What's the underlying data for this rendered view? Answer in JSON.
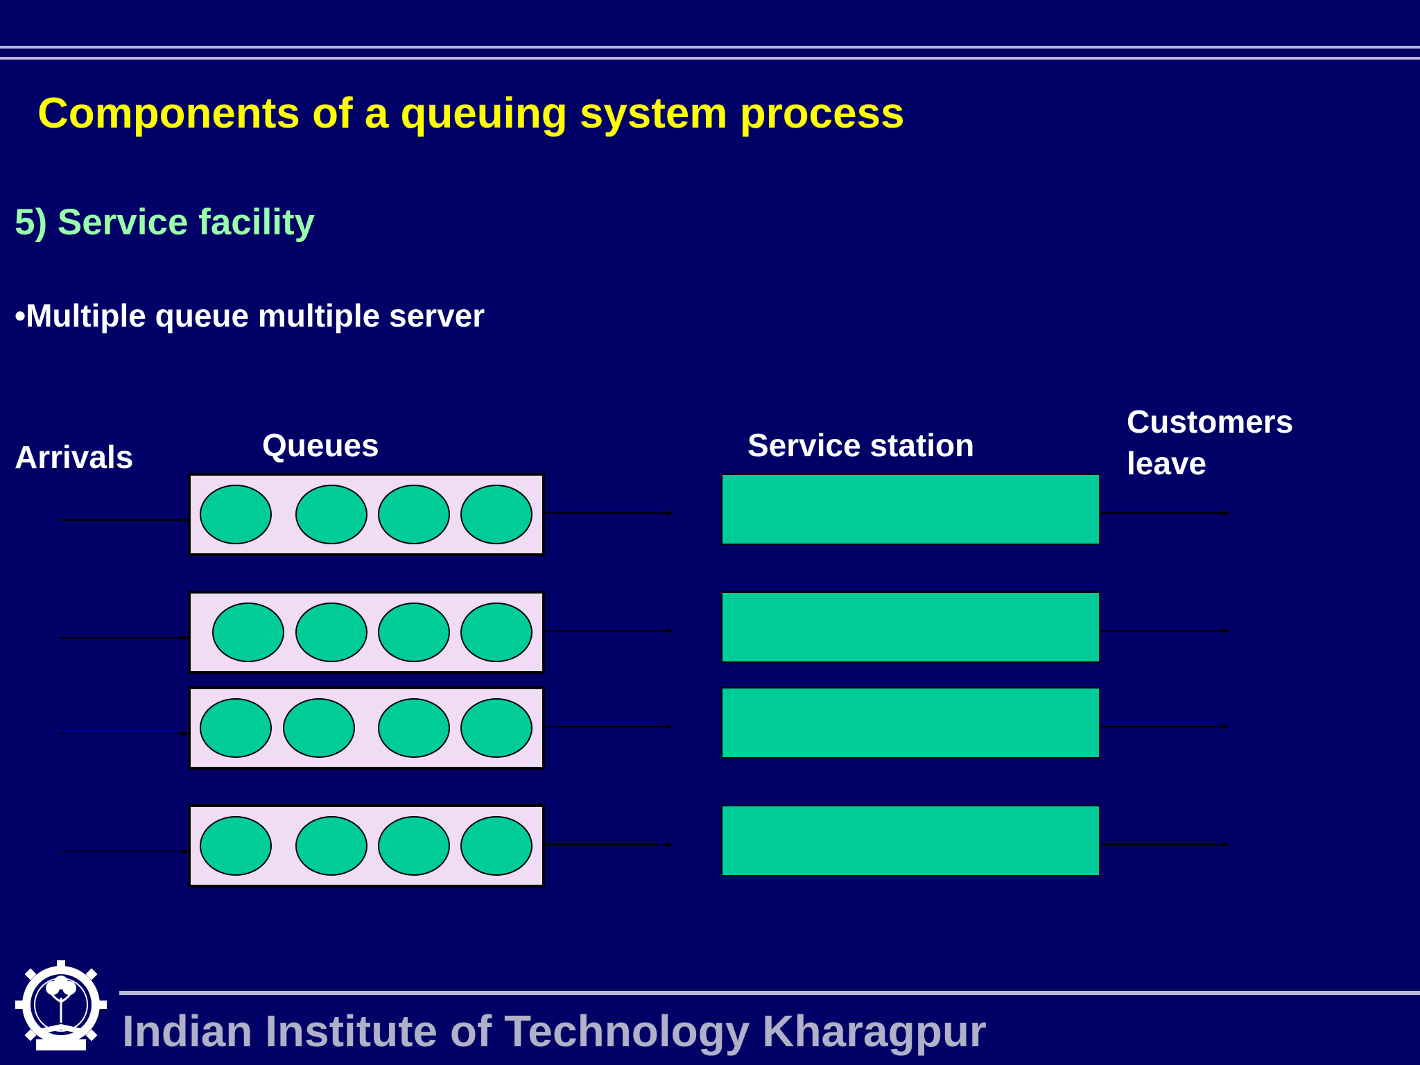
{
  "header": {
    "title": "Components of a queuing system process",
    "subtitle": "5) Service facility",
    "bullet": "•Multiple queue multiple server"
  },
  "diagram": {
    "labels": {
      "arrivals": "Arrivals",
      "queues": "Queues",
      "service_station": "Service station",
      "customers_leave_line1": "Customers",
      "customers_leave_line2": "leave"
    },
    "queue_count": 4,
    "customers_per_queue": 4,
    "colors": {
      "background": "#000066",
      "queue_box": "#f0dcf5",
      "customer": "#00cc99",
      "server": "#00cc99",
      "title": "#ffff00",
      "subtitle": "#99ffaa"
    }
  },
  "footer": {
    "institution": "Indian Institute of Technology Kharagpur",
    "logo_icon": "iit-kharagpur-logo-icon"
  }
}
